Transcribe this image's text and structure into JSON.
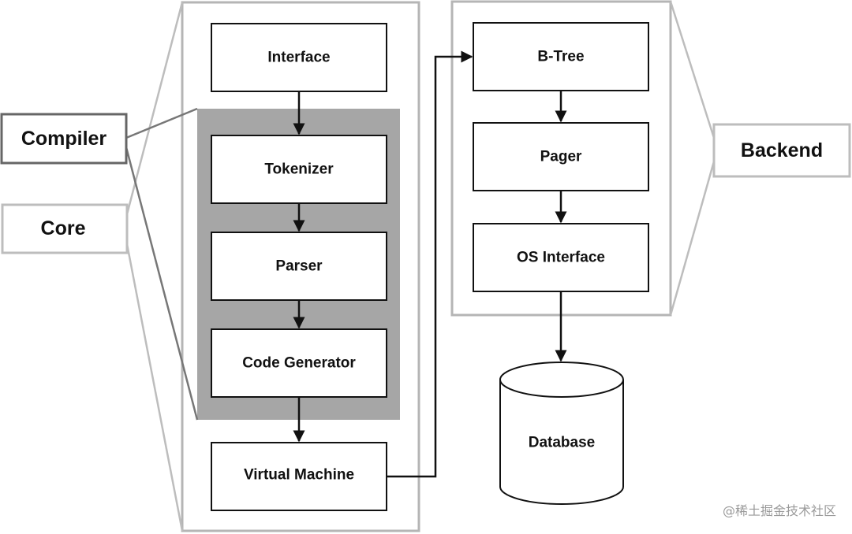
{
  "diagram": {
    "labels": {
      "compiler": "Compiler",
      "core": "Core",
      "backend": "Backend"
    },
    "nodes": {
      "interface": "Interface",
      "tokenizer": "Tokenizer",
      "parser": "Parser",
      "code_generator": "Code Generator",
      "virtual_machine": "Virtual Machine",
      "btree": "B-Tree",
      "pager": "Pager",
      "os_interface": "OS Interface",
      "database": "Database"
    },
    "edges": [
      [
        "interface",
        "tokenizer"
      ],
      [
        "tokenizer",
        "parser"
      ],
      [
        "parser",
        "code_generator"
      ],
      [
        "code_generator",
        "virtual_machine"
      ],
      [
        "virtual_machine",
        "btree"
      ],
      [
        "btree",
        "pager"
      ],
      [
        "pager",
        "os_interface"
      ],
      [
        "os_interface",
        "database"
      ]
    ],
    "watermark": "@稀土掘金技术社区",
    "colors": {
      "compiler_fill": "#a6a6a6",
      "frame_stroke": "#b5b5b5",
      "box_stroke": "#111111"
    }
  }
}
